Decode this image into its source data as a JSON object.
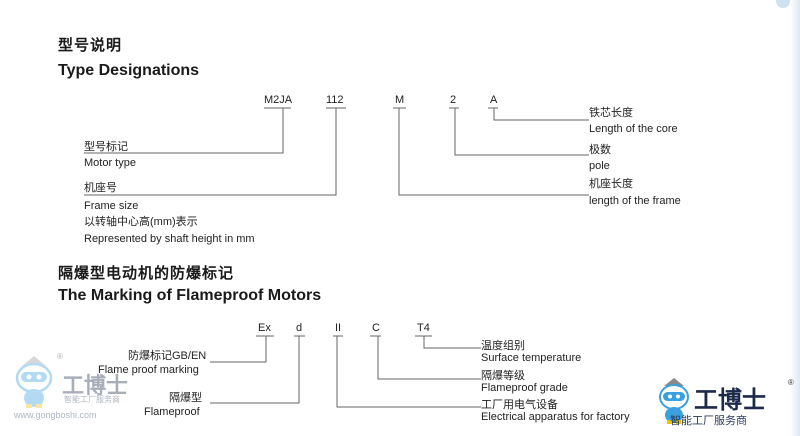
{
  "section1": {
    "title_cn": "型号说明",
    "title_en": "Type Designations",
    "codes": [
      "M2JA",
      "112",
      "M",
      "2",
      "A"
    ],
    "left_labels": [
      {
        "cn": "型号标记",
        "en": "Motor type"
      },
      {
        "cn": "机座号",
        "en": "Frame size",
        "cn2": "以转轴中心高(mm)表示",
        "en2": "Represented by shaft height in mm"
      }
    ],
    "right_labels": [
      {
        "cn": "铁芯长度",
        "en": "Length of the core"
      },
      {
        "cn": "极数",
        "en": "pole"
      },
      {
        "cn": "机座长度",
        "en": "length of the frame"
      }
    ]
  },
  "section2": {
    "title_cn": "隔爆型电动机的防爆标记",
    "title_en": "The Marking of Flameproof Motors",
    "codes": [
      "Ex",
      "d",
      "II",
      "C",
      "T4"
    ],
    "left_labels": [
      {
        "cn": "防爆标记GB/EN",
        "en": "Flame proof marking"
      },
      {
        "cn": "隔爆型",
        "en": "Flameproof"
      }
    ],
    "right_labels": [
      {
        "cn": "温度组别",
        "en": "Surface temperature"
      },
      {
        "cn": "隔爆等级",
        "en": "Flameproof grade"
      },
      {
        "cn": "工厂用电气设备",
        "en": "Electrical apparatus for factory"
      }
    ]
  },
  "watermarks": {
    "left": {
      "brand": "工博士",
      "sub": "智能工厂服务商",
      "url": "www.gongboshi.com",
      "reg": "®"
    },
    "right": {
      "brand": "工博士",
      "sub": "智能工厂服务商",
      "reg": "®"
    }
  },
  "colors": {
    "line": "#666666",
    "text": "#1a1a1a",
    "watermark": "#1b2a4a",
    "mascot": "#3aa0e0"
  }
}
